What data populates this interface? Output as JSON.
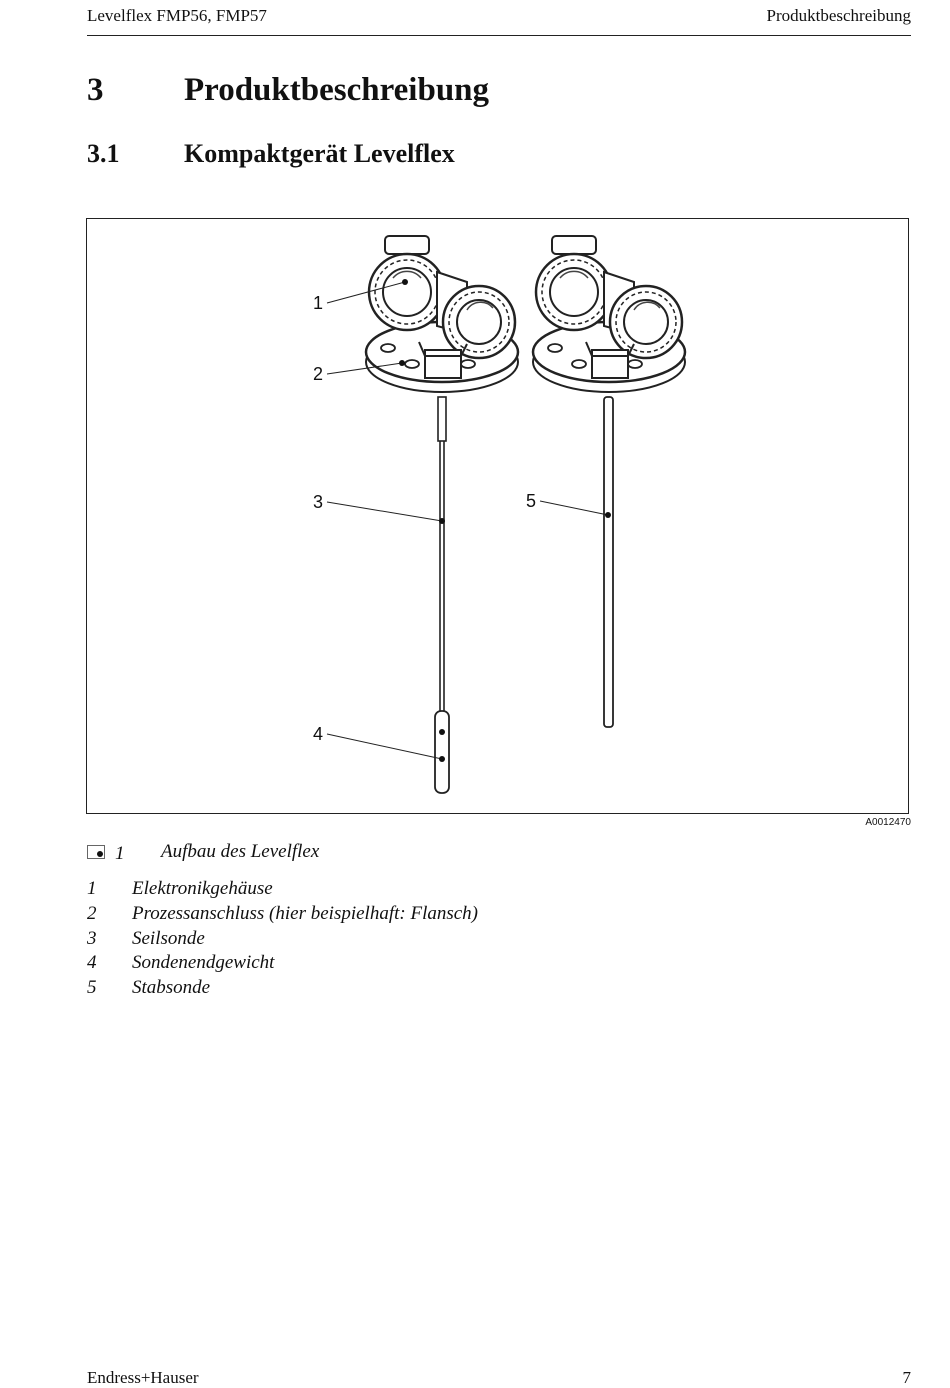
{
  "header": {
    "left": "Levelflex FMP56, FMP57",
    "right": "Produktbeschreibung"
  },
  "heading1": {
    "number": "3",
    "title": "Produktbeschreibung"
  },
  "heading2": {
    "number": "3.1",
    "title": "Kompaktgerät Levelflex"
  },
  "figure": {
    "callouts": [
      "1",
      "2",
      "3",
      "4",
      "5"
    ],
    "image_id": "A0012470",
    "caption_number": "1",
    "caption": "Aufbau des Levelflex"
  },
  "legend": [
    {
      "number": "1",
      "text": "Elektronikgehäuse"
    },
    {
      "number": "2",
      "text": "Prozessanschluss (hier beispielhaft: Flansch)"
    },
    {
      "number": "3",
      "text": "Seilsonde"
    },
    {
      "number": "4",
      "text": "Sondenendgewicht"
    },
    {
      "number": "5",
      "text": "Stabsonde"
    }
  ],
  "footer": {
    "left": "Endress+Hauser",
    "right": "7"
  }
}
